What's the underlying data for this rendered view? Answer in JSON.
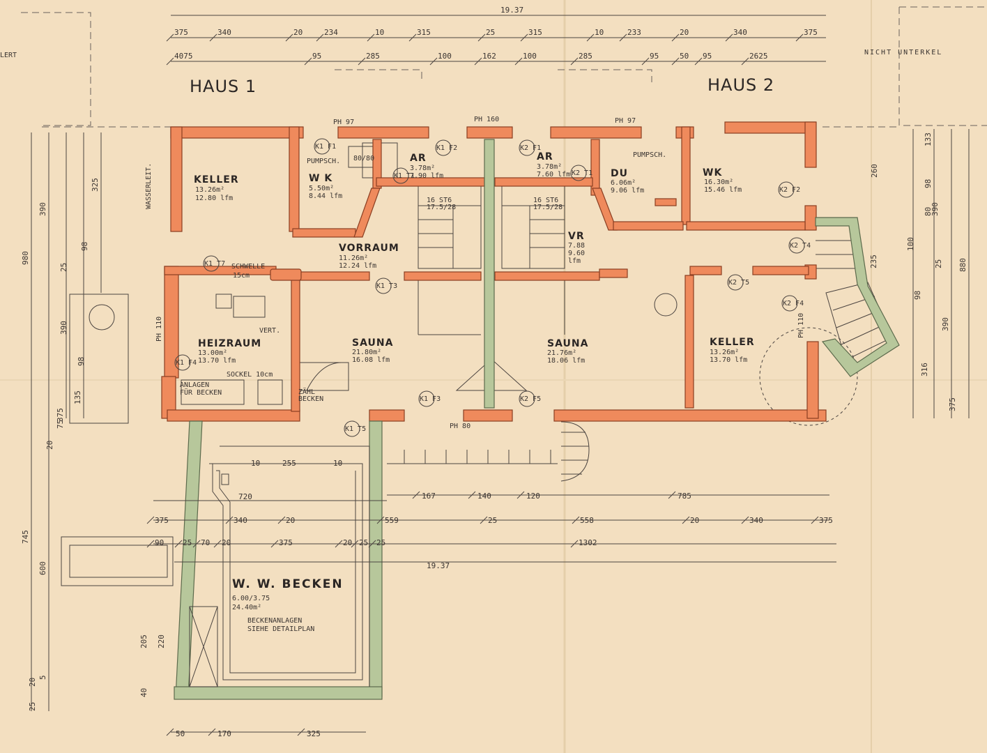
{
  "titles": {
    "haus1": "HAUS 1",
    "haus2": "HAUS 2",
    "left_note": "LERT",
    "right_note": "NICHT UNTERKEL"
  },
  "rooms": {
    "keller1": {
      "name": "KELLER",
      "area": "13.26m²",
      "perim": "12.80 lfm"
    },
    "wk1": {
      "name": "W K",
      "area": "5.50m²",
      "perim": "8.44 lfm"
    },
    "ar1": {
      "name": "AR",
      "area": "3.78m²",
      "perim": "7.90 lfm"
    },
    "ar2": {
      "name": "AR",
      "area": "3.78m²",
      "perim": "7.60 lfm"
    },
    "du": {
      "name": "DU",
      "area": "6.06m²",
      "perim": "9.06 lfm"
    },
    "wk2": {
      "name": "WK",
      "area": "16.30m²",
      "perim": "15.46 lfm"
    },
    "vorraum": {
      "name": "VORRAUM",
      "area": "11.26m²",
      "perim": "12.24 lfm"
    },
    "vr": {
      "name": "VR",
      "area": "7.88",
      "perim": "9.60",
      "unit": "lfm"
    },
    "heizraum": {
      "name": "HEIZRAUM",
      "area": "13.00m²",
      "perim": "13.70 lfm"
    },
    "sauna1": {
      "name": "SAUNA",
      "area": "21.80m²",
      "perim": "16.08 lfm"
    },
    "sauna2": {
      "name": "SAUNA",
      "area": "21.76m²",
      "perim": "18.06 lfm"
    },
    "keller2": {
      "name": "KELLER",
      "area": "13.26m²",
      "perim": "13.70 lfm"
    },
    "becken": {
      "name": "W. W. BECKEN",
      "size": "6.00/3.75",
      "area": "24.40m²",
      "note1": "BECKENANLAGEN",
      "note2": "SIEHE DETAILPLAN"
    }
  },
  "notes": {
    "wasserleit": "WASSERLEIT.",
    "schwelle": "SCHWELLE",
    "schwelle_h": "15cm",
    "sockel": "SOCKEL 10cm",
    "anlagen1": "ANLAGEN",
    "anlagen2": "FÜR BECKEN",
    "pumpsch1": "PUMPSCH.",
    "pumpsch2": "PUMPSCH.",
    "vert": "VERT.",
    "zaehl1": "ZÄHL",
    "zaehl2": "BECKEN",
    "grate": "80/80",
    "st6": "16 ST6",
    "st6b": "17.5/28",
    "st9": "16 ST6",
    "st9b": "17.5/28"
  },
  "top_dims": {
    "overall": "19.37",
    "row1": [
      "375",
      "340",
      "20",
      "234",
      "10",
      "315",
      "25",
      "315",
      "10",
      "233",
      "20",
      "340",
      "375"
    ],
    "row2": [
      "4075",
      "95",
      "285",
      "100",
      "162",
      "100",
      "285",
      "95",
      "50",
      "95",
      "2625"
    ]
  },
  "bottom_dims": {
    "row_a": [
      "167",
      "140",
      "120",
      "785"
    ],
    "row_a_left": "720",
    "row_b": [
      "375",
      "340",
      "20",
      "559",
      "25",
      "558",
      "20",
      "340",
      "375"
    ],
    "row_c": [
      "90",
      "25",
      "70",
      "20",
      "375",
      "20",
      "25",
      "25",
      "1302"
    ],
    "overall": "19.37",
    "bottom_row": [
      "50",
      "170",
      "325"
    ],
    "pool_top": [
      "10",
      "255",
      "10"
    ]
  },
  "left_dims": [
    "980",
    "390",
    "325",
    "25",
    "98",
    "390",
    "98",
    "135",
    "375",
    "20",
    "75",
    "745",
    "600",
    "205",
    "220",
    "40",
    "20",
    "25",
    "5"
  ],
  "right_dims": [
    "880",
    "133",
    "260",
    "98",
    "80",
    "100",
    "390",
    "25",
    "235",
    "98",
    "390",
    "316",
    "375"
  ],
  "tags": [
    "K1 F1",
    "K1 F2",
    "K2 F1",
    "K1 T1",
    "K2 T1",
    "K1 T7",
    "K1 T3",
    "K1 F3",
    "K2 F5",
    "K1 T5",
    "K2 T5",
    "K2 T4",
    "K2 F2",
    "K2 F4",
    "K1 F4"
  ],
  "window_labels": [
    "PH 97",
    "PH 160",
    "PH 97",
    "PH 80",
    "PH 110",
    "PH 110"
  ]
}
